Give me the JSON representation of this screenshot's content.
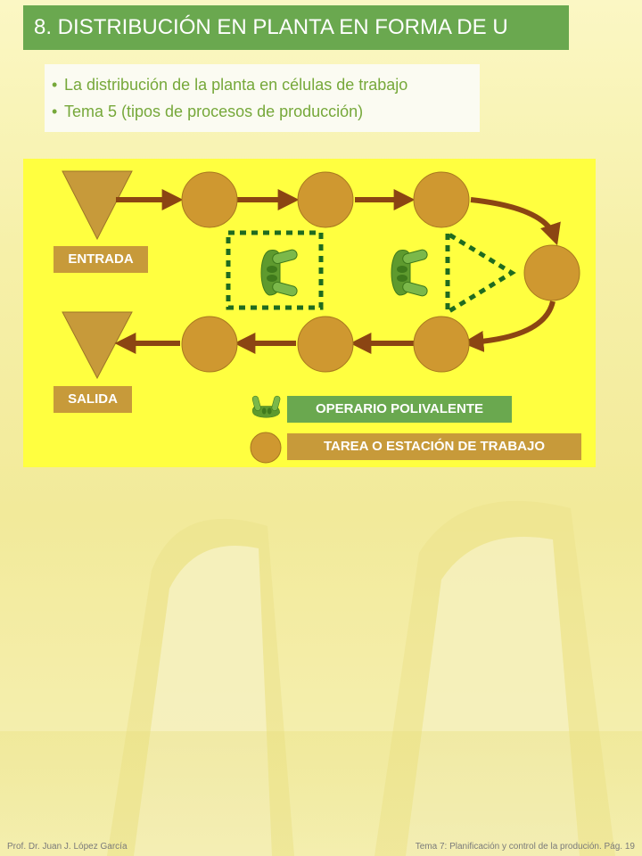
{
  "slide": {
    "title": "8. DISTRIBUCIÓN EN PLANTA EN FORMA DE U",
    "bullets": [
      "La distribución de la planta en células de trabajo",
      "Tema 5 (tipos de procesos de producción)"
    ]
  },
  "diagram": {
    "entrada_label": "ENTRADA",
    "salida_label": "SALIDA",
    "legend": {
      "operario_label": "OPERARIO POLIVALENTE",
      "tarea_label": "TAREA O ESTACIÓN DE TRABAJO"
    }
  },
  "footer": {
    "left": "Prof. Dr. Juan J. López García",
    "right": "Tema 7: Planificación y control de la produción. Pág. 19"
  },
  "colors": {
    "title_green": "#6aa84f",
    "bullet_text": "#76a83a",
    "panel_yellow": "#ffff40",
    "station_fill": "#cf9830",
    "arrow_brown": "#8b4513",
    "operator_green": "#5e9a2e",
    "dotted_green": "#1f6b1f",
    "label_tan": "#c79a3a"
  }
}
